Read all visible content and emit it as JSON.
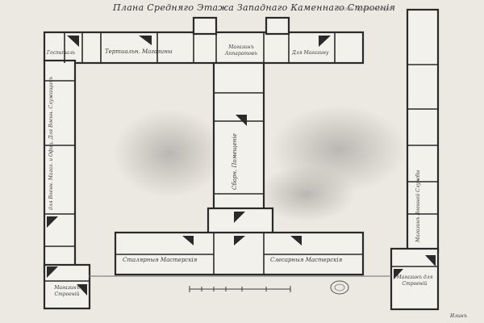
{
  "drawing": {
    "title": "Плана Средняго Этажа Западнаго Каменнаго Строенія",
    "corner_note": "Рисов. Архитекторъ",
    "signature": "Илинъ",
    "rooms": {
      "top_left": "Госпиталь",
      "top_left_center": "Тертиальн. Магазины",
      "top_center": "Магазинъ Аппаратовъ",
      "top_right": "Для Магазину",
      "left_wing": "для Военн. Магаз. и Офиц. Для Военн. Служащихъ",
      "center_wing": "Сборн. Помещеніе",
      "right_wing": "Магазинъ Военной Службы",
      "bottom_left": "Сталярныя Мастерскія",
      "bottom_right": "Слесарныя Мастерскія",
      "corner_left": "Магазинъ Строеній",
      "corner_right": "Магазинъ для Строеній"
    }
  }
}
